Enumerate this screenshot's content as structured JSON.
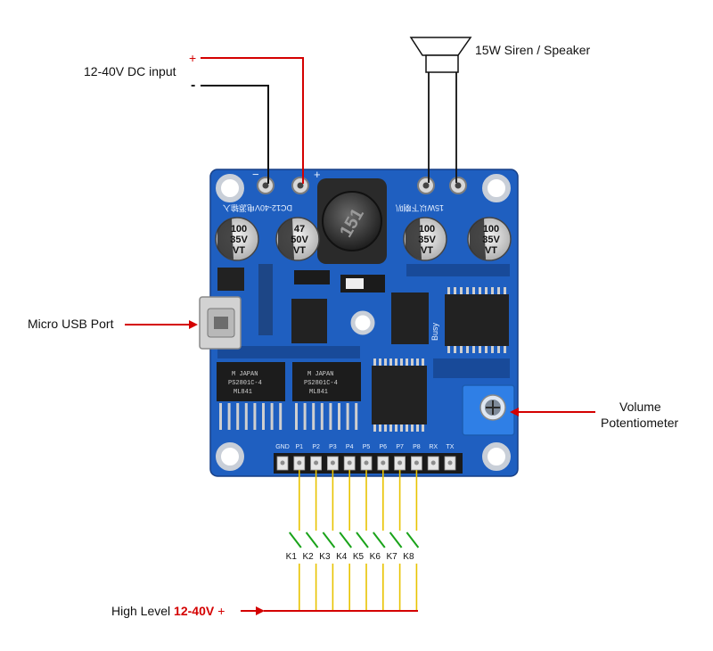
{
  "labels": {
    "dc_input": "12-40V DC input",
    "plus": "+",
    "minus": "-",
    "speaker": "15W Siren / Speaker",
    "usb": "Micro USB Port",
    "volume_line1": "Volume",
    "volume_line2": "Potentiometer",
    "high_level_prefix": "High Level ",
    "high_level_voltage": "12-40V",
    "high_level_plus": "+"
  },
  "board": {
    "minus_mark": "−",
    "plus_mark": "+",
    "input_silk": "DC12-40V电源输入",
    "speaker_silk": "15W以下喇叭",
    "busy": "Busy",
    "inductor_marking": "151",
    "capacitors": [
      {
        "lines": [
          "100",
          "35V",
          "VT"
        ]
      },
      {
        "lines": [
          "47",
          "50V",
          "VT"
        ]
      },
      {
        "lines": [
          "100",
          "35V",
          "VT"
        ]
      },
      {
        "lines": [
          "100",
          "35V",
          "VT"
        ]
      }
    ],
    "chip_markings": [
      [
        "M JAPAN",
        "PS2801C-4",
        "ML841"
      ],
      [
        "M JAPAN",
        "PS2801C-4",
        "ML841"
      ]
    ],
    "pins": [
      "GND",
      "P1",
      "P2",
      "P3",
      "P4",
      "P5",
      "P6",
      "P7",
      "P8",
      "RX",
      "TX"
    ]
  },
  "switches": [
    "K1",
    "K2",
    "K3",
    "K4",
    "K5",
    "K6",
    "K7",
    "K8"
  ],
  "colors": {
    "pcb": "#1f5fc0",
    "wire_red": "#d40000",
    "wire_yellow": "#e8c300",
    "switch_green": "#1aa31a",
    "potentiometer": "#2f7fe6"
  }
}
